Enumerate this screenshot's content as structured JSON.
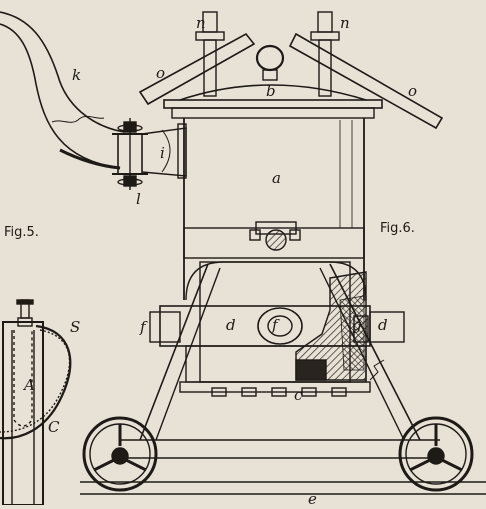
{
  "figures": {
    "fig5": "Fig.5.",
    "fig6": "Fig.6."
  },
  "labels": {
    "a": "a",
    "b": "b",
    "c": "c",
    "d_left": "d",
    "d_right": "d",
    "e": "e",
    "f_left": "f",
    "f_center": "f",
    "g": "g",
    "i": "i",
    "k": "k",
    "l": "l",
    "n_left": "n",
    "n_right": "n",
    "o_left": "o",
    "o_right": "o",
    "A": "A",
    "C": "C",
    "S": "S"
  },
  "colors": {
    "paper": "#e7e1d6",
    "ink": "#1e1a16",
    "section_hatch": "#2a2420"
  }
}
